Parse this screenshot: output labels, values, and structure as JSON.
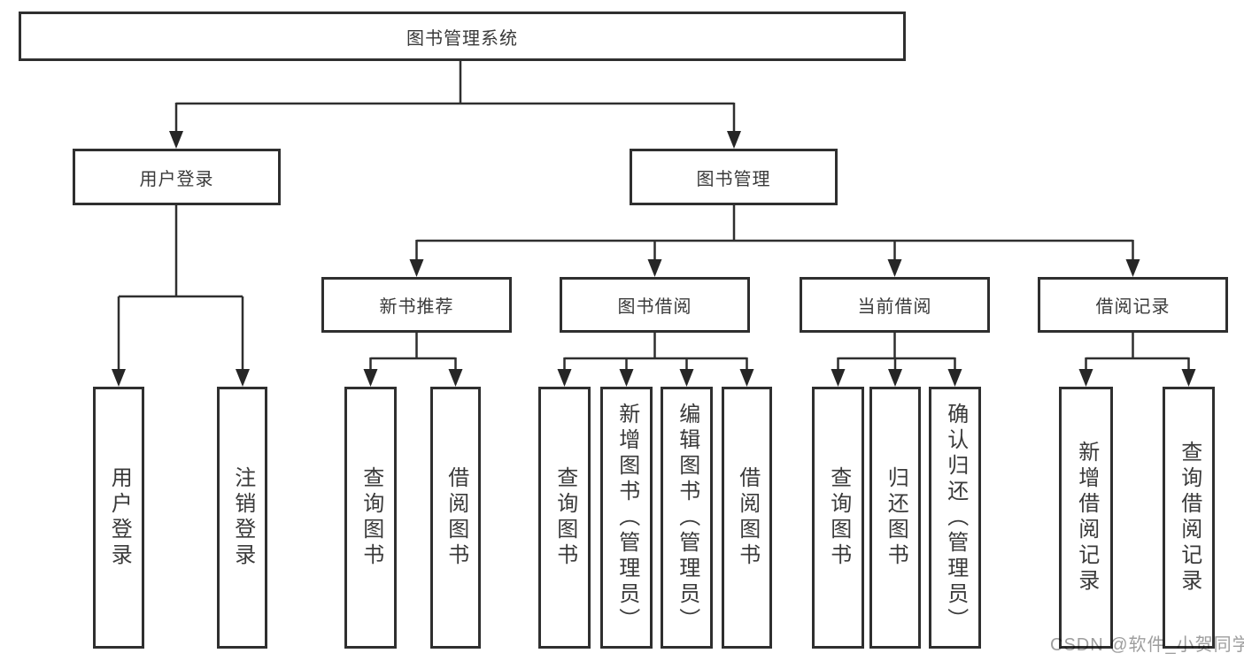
{
  "colors": {
    "line": "#2f2f2f",
    "text": "#3a3a3a",
    "background": "#ffffff",
    "watermark": "#9e9e9e"
  },
  "root": {
    "label": "图书管理系统"
  },
  "user_branch": {
    "label": "用户登录",
    "children": [
      {
        "label": "用户登录"
      },
      {
        "label": "注销登录"
      }
    ]
  },
  "management_branch": {
    "label": "图书管理",
    "groups": [
      {
        "label": "新书推荐",
        "children": [
          {
            "label": "查询图书"
          },
          {
            "label": "借阅图书"
          }
        ]
      },
      {
        "label": "图书借阅",
        "children": [
          {
            "label": "查询图书"
          },
          {
            "label": "新增图书（管理员）"
          },
          {
            "label": "编辑图书（管理员）"
          },
          {
            "label": "借阅图书"
          }
        ]
      },
      {
        "label": "当前借阅",
        "children": [
          {
            "label": "查询图书"
          },
          {
            "label": "归还图书"
          },
          {
            "label": "确认归还（管理员）"
          }
        ]
      },
      {
        "label": "借阅记录",
        "children": [
          {
            "label": "新增借阅记录"
          },
          {
            "label": "查询借阅记录"
          }
        ]
      }
    ]
  },
  "watermark": {
    "text": "CSDN @软件_小贺同学"
  }
}
